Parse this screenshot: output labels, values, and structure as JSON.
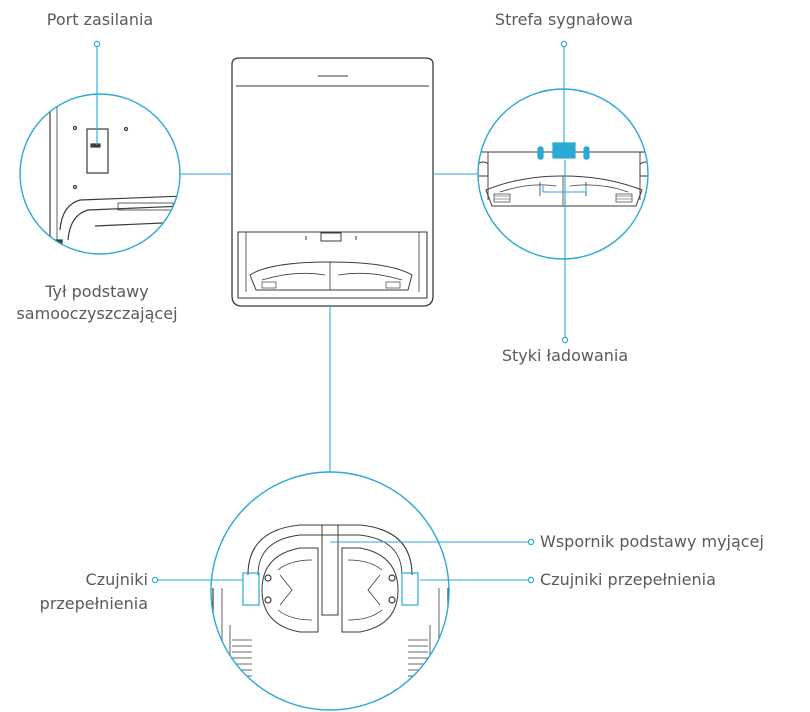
{
  "colors": {
    "accent": "#29a9d6",
    "line": "#3b3b3b",
    "text": "#5a5a5a"
  },
  "labels": {
    "power_port": "Port zasilania",
    "signal_zone": "Strefa sygnałowa",
    "back_line1": "Tył podstawy",
    "back_line2": "samooczyszczającej",
    "charging_contacts": "Styki ładowania",
    "wash_base_support": "Wspornik podstawy myjącej",
    "overflow_left_line1": "Czujniki",
    "overflow_left_line2": "przepełnienia",
    "overflow_right": "Czujniki przepełnienia"
  }
}
